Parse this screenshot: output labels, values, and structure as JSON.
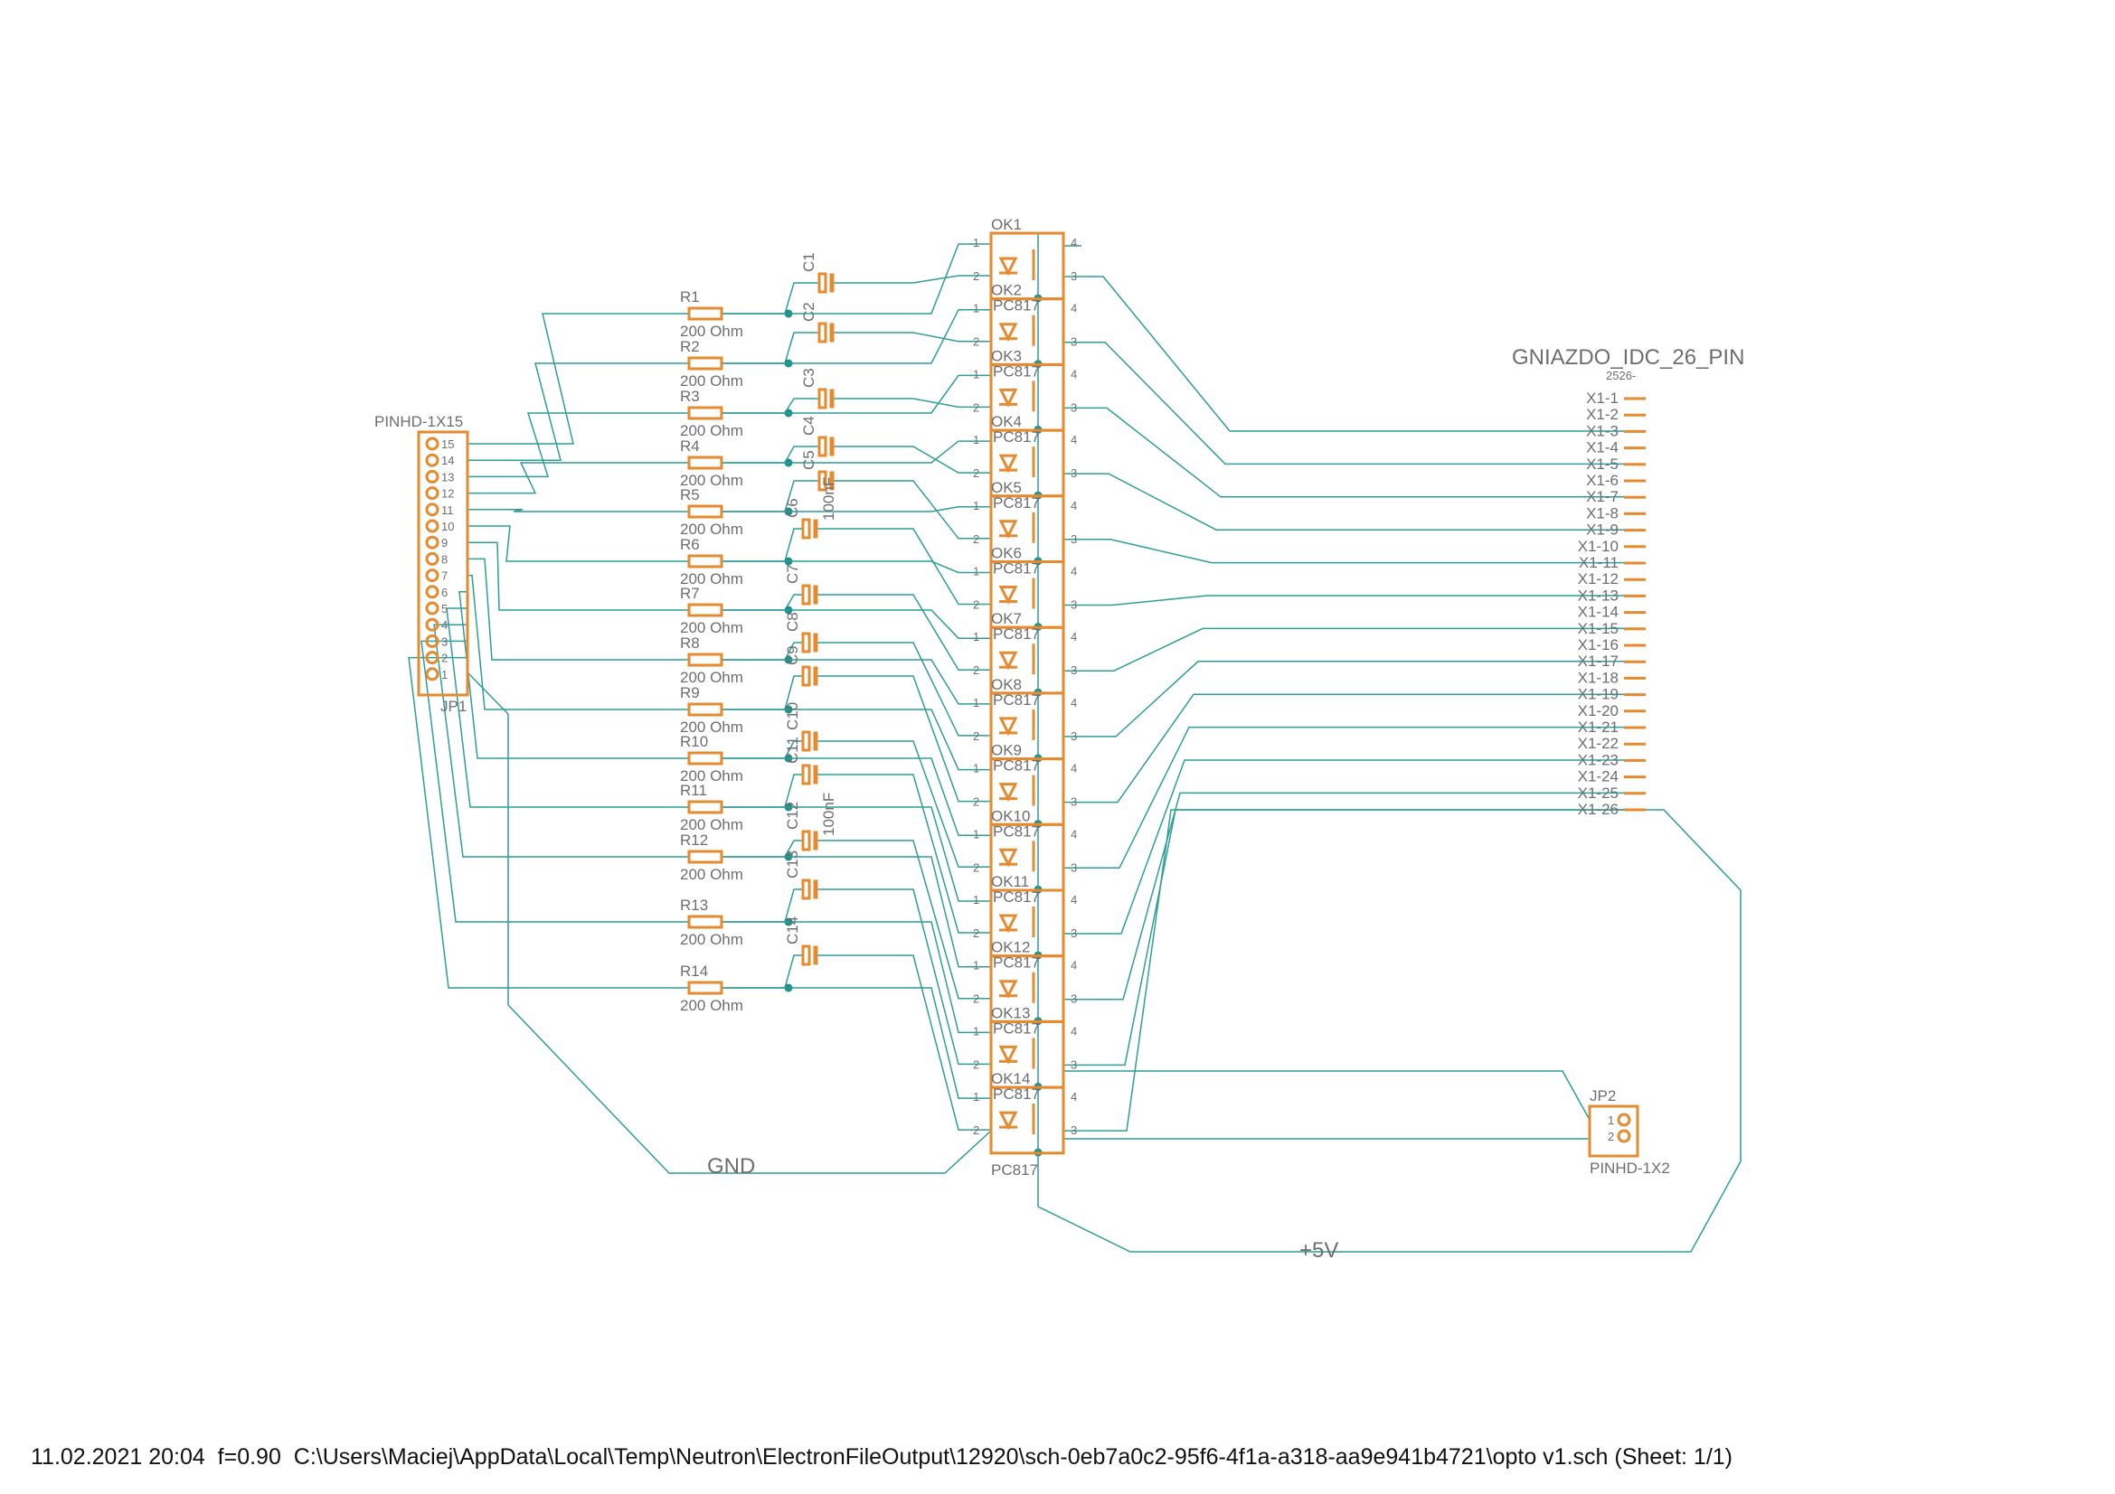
{
  "connectors": {
    "jp1": {
      "name": "JP1",
      "value": "PINHD-1X15",
      "pins": [
        "15",
        "14",
        "13",
        "12",
        "11",
        "10",
        "9",
        "8",
        "7",
        "6",
        "5",
        "4",
        "3",
        "2",
        "1"
      ]
    },
    "jp2": {
      "name": "JP2",
      "value": "PINHD-1X2",
      "pins": [
        "1",
        "2"
      ]
    },
    "idc": {
      "title": "GNIAZDO_IDC_26_PIN",
      "pin_header": "2526-",
      "pins": [
        "X1-1",
        "X1-2",
        "X1-3",
        "X1-4",
        "X1-5",
        "X1-6",
        "X1-7",
        "X1-8",
        "X1-9",
        "X1-10",
        "X1-11",
        "X1-12",
        "X1-13",
        "X1-14",
        "X1-15",
        "X1-16",
        "X1-17",
        "X1-18",
        "X1-19",
        "X1-20",
        "X1-21",
        "X1-22",
        "X1-23",
        "X1-24",
        "X1-25",
        "X1-26"
      ]
    }
  },
  "resistors": {
    "names": [
      "R1",
      "R2",
      "R3",
      "R4",
      "R5",
      "R6",
      "R7",
      "R8",
      "R9",
      "R10",
      "R11",
      "R12",
      "R13",
      "R14"
    ],
    "value": "200 Ohm"
  },
  "capacitors": {
    "names": [
      "C1",
      "C2",
      "C3",
      "C4",
      "C5",
      "C6",
      "C7",
      "C8",
      "C9",
      "C10",
      "C11",
      "C12",
      "C13",
      "C14"
    ],
    "value_labels": [
      "100nF",
      "100nF"
    ]
  },
  "optocouplers": {
    "names": [
      "OK1",
      "OK2",
      "OK3",
      "OK4",
      "OK5",
      "OK6",
      "OK7",
      "OK8",
      "OK9",
      "OK10",
      "OK11",
      "OK12",
      "OK13",
      "OK14"
    ],
    "value": "PC817",
    "pin_labels": [
      "1",
      "2",
      "3",
      "4"
    ]
  },
  "nets": {
    "gnd": "GND",
    "vcc": "+5V"
  },
  "footer": "11.02.2021 20:04  f=0.90  C:\\Users\\Maciej\\AppData\\Local\\Temp\\Neutron\\ElectronFileOutput\\12920\\sch-0eb7a0c2-95f6-4f1a-a318-aa9e941b4721\\opto v1.sch (Sheet: 1/1)"
}
